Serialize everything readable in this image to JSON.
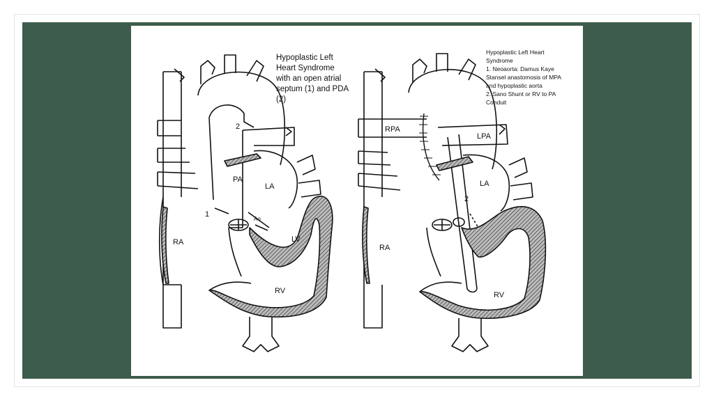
{
  "slide": {
    "frame_color": "#ffffff",
    "background": "#3d5c4c",
    "figure_background": "#ffffff"
  },
  "left_panel": {
    "caption": "Hypoplastic Left\nHeart Syndrome\nwith an open atrial\nseptum (1) and PDA\n(2)",
    "labels": {
      "pa": "PA",
      "la": "LA",
      "ra": "RA",
      "lv": "LV",
      "rv": "RV",
      "ao": "Ao",
      "septum_marker": "1",
      "pda_marker": "2"
    }
  },
  "right_panel": {
    "caption": "Hypoplastic Left Heart\nSyndrome\n1. Neoaorta: Damus Kaye\nStansel anastomosis of MPA\nand hypoplastic aorta\n2. Sano Shunt or RV to PA\nConduit",
    "labels": {
      "rpa": "RPA",
      "lpa": "LPA",
      "la": "LA",
      "ra": "RA",
      "rv": "RV",
      "conduit_marker": "2"
    }
  }
}
